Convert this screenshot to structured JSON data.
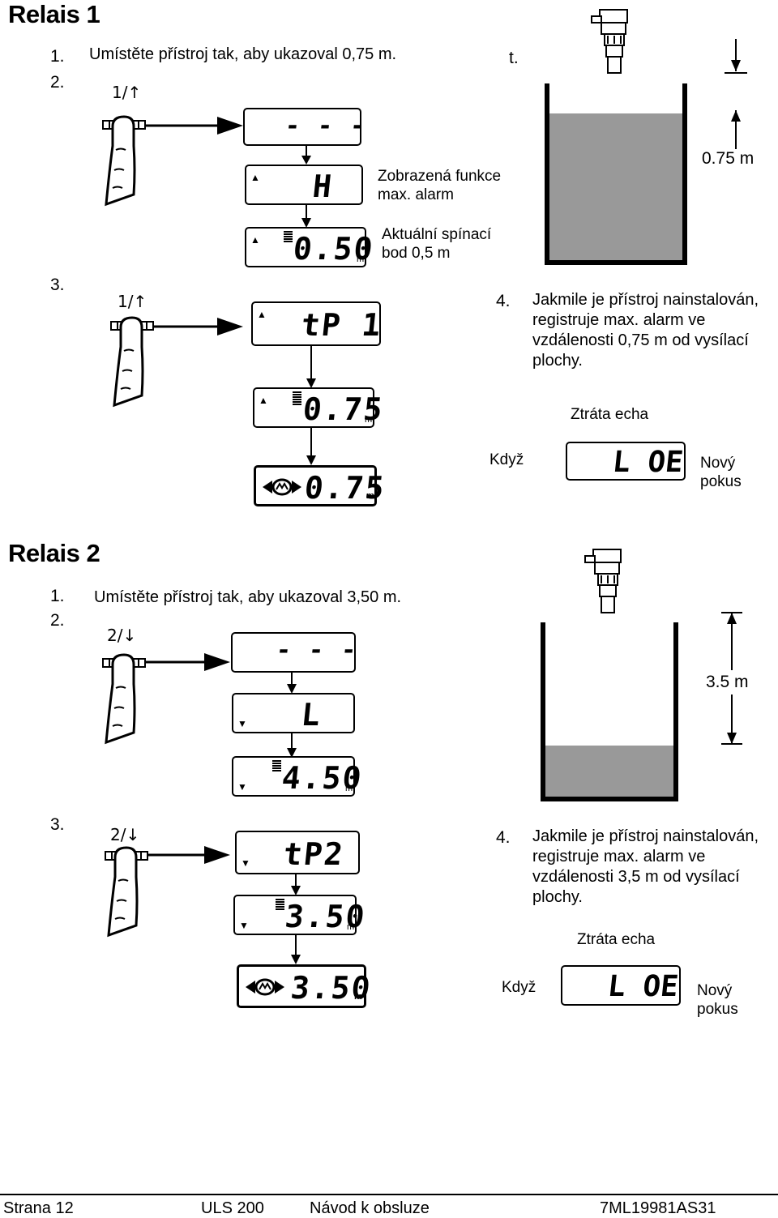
{
  "relais1": {
    "heading": "Relais 1",
    "step1_num": "1.",
    "step1_text": "Umístěte přístroj tak, aby ukazoval 0,75 m.",
    "step2_num": "2.",
    "step3_num": "3.",
    "step4_num": "4.",
    "stray_t": "t.",
    "key_label": "1/↑",
    "lcd_dashes": "- - -",
    "lcd_h": "H",
    "lcd_050": "0.50",
    "lcd_tp1": "tP 1",
    "lcd_075": "0.75",
    "lcd_final_075": "0.75",
    "unit_m": "m",
    "label_function": "Zobrazená funkce\nmax. alarm",
    "label_setpoint": "Aktuální spínací\nbod 0,5 m",
    "step4_text": "Jakmile je přístroj nainstalován, registruje max. alarm ve vzdálenosti 0,75 m od vysílací plochy.",
    "echo_loss": "Ztráta echa",
    "when": "Když",
    "lcd_loe": "L OE",
    "retry": "Nový\npokus",
    "dim_label": "0.75 m"
  },
  "relais2": {
    "heading": "Relais 2",
    "step1_num": "1.",
    "step1_text": "Umístěte přístroj tak, aby ukazoval 3,50 m.",
    "step2_num": "2.",
    "step3_num": "3.",
    "step4_num": "4.",
    "key_label": "2/↓",
    "lcd_dashes": "- - -",
    "lcd_l": "L",
    "lcd_450": "4.50",
    "lcd_tp2": "tP2",
    "lcd_350": "3.50",
    "lcd_final_350": "3.50",
    "unit_m": "m",
    "step4_text": "Jakmile je přístroj nainstalován, registruje max. alarm ve vzdálenosti 3,5 m od vysílací plochy.",
    "echo_loss": "Ztráta echa",
    "when": "Když",
    "lcd_loe": "L OE",
    "retry": "Nový\npokus",
    "dim_label": "3.5 m"
  },
  "footer": {
    "page": "Strana 12",
    "product": "ULS 200",
    "manual": "Návod k obsluze",
    "code": "7ML19981AS31"
  }
}
